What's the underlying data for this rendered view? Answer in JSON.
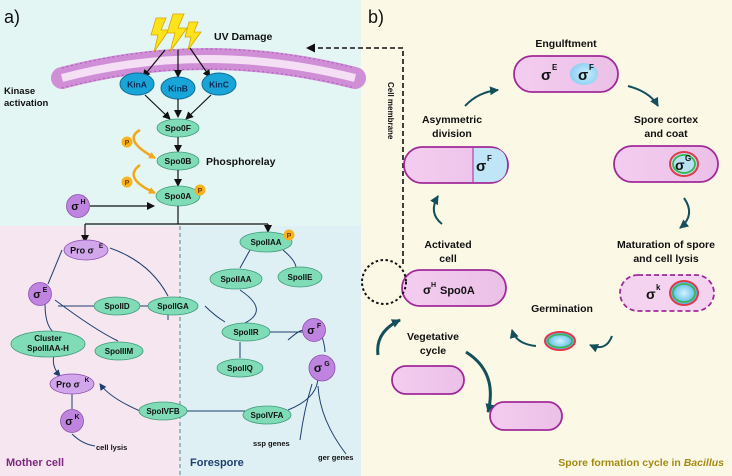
{
  "panel_a": {
    "label": "a)",
    "uv_label": "UV Damage",
    "kinase_label_1": "Kinase",
    "kinase_label_2": "activation",
    "kinases": [
      "KinA",
      "KinB",
      "KinC"
    ],
    "spo0f": "Spo0F",
    "spo0b": "Spo0B",
    "spo0a": "Spo0A",
    "phosphorelay": "Phosphorelay",
    "phospho": "P",
    "sigma_h_sym": "σ",
    "sigma_h_sup": "H",
    "mother": {
      "pro_sigma_e_text": "Pro σ",
      "pro_sigma_e_sup": "E",
      "sigma_e_sym": "σ",
      "sigma_e_sup": "E",
      "spoiid": "SpoIID",
      "spoiiga": "SpoIIGA",
      "cluster_1": "Cluster",
      "cluster_2": "SpoIIIAA-H",
      "spoiiim": "SpoIIIM",
      "pro_sigma_k_text": "Pro σ",
      "pro_sigma_k_sup": "K",
      "sigma_k_sym": "σ",
      "sigma_k_sup": "K",
      "cell_lysis": "cell lysis",
      "title": "Mother cell"
    },
    "fore": {
      "spoiiaa_p": "SpoIIAA",
      "spoiiaa": "SpoIIAA",
      "spoiie": "SpoIIE",
      "spoiir": "SpoIIR",
      "sigma_f_sym": "σ",
      "sigma_f_sup": "F",
      "spoiiq": "SpoIIQ",
      "sigma_g_sym": "σ",
      "sigma_g_sup": "G",
      "spoivfb": "SpoIVFB",
      "spoivfa": "SpoIVFA",
      "ssp": "ssp genes",
      "ger": "ger genes",
      "title": "Forespore"
    }
  },
  "panel_b": {
    "label": "b)",
    "cell_membrane": "Cell membrane",
    "engulfment": "Engulftment",
    "asym_1": "Asymmetric",
    "asym_2": "division",
    "cortex_1": "Spore cortex",
    "cortex_2": "and coat",
    "activated_1": "Activated",
    "activated_2": "cell",
    "maturation_1": "Maturation of spore",
    "maturation_2": "and cell lysis",
    "germination": "Germination",
    "vegetative_1": "Vegetative",
    "vegetative_2": "cycle",
    "sigma": "σ",
    "sup_e": "E",
    "sup_f": "F",
    "sup_g": "G",
    "sup_k": "k",
    "sup_h": "H",
    "spo0a_label": "Spo0A",
    "footer_text": "Spore formation cycle in ",
    "footer_italic": "Bacillus"
  },
  "colors": {
    "panel_b_bg": "#fbf8e6",
    "teal_zone": "#e4f6f4",
    "mother_zone": "#f6e6f0",
    "fore_zone": "#dff0f4",
    "green_node": "#7fdcb7",
    "purple_node": "#bf84df",
    "kinase_blue": "#1aa5d8",
    "cell_pink": "#f1c8ed",
    "cell_border": "#a02a98"
  }
}
